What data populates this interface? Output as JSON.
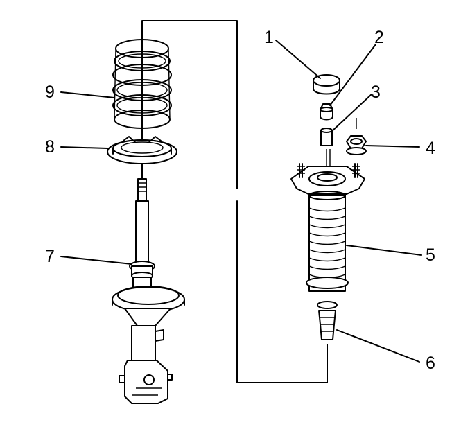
{
  "diagram": {
    "callouts": [
      {
        "id": "callout-1",
        "text": "1"
      },
      {
        "id": "callout-2",
        "text": "2"
      },
      {
        "id": "callout-3",
        "text": "3"
      },
      {
        "id": "callout-4",
        "text": "4"
      },
      {
        "id": "callout-5",
        "text": "5"
      },
      {
        "id": "callout-6",
        "text": "6"
      },
      {
        "id": "callout-7",
        "text": "7"
      },
      {
        "id": "callout-8",
        "text": "8"
      },
      {
        "id": "callout-9",
        "text": "9"
      }
    ],
    "parts": [
      "coil-spring",
      "spring-seat",
      "strut-assembly",
      "strut-rod",
      "spring-insulator",
      "dust-cap",
      "upper-bushing",
      "spacer",
      "mount-nut",
      "strut-mount",
      "dust-boot",
      "bumper"
    ]
  }
}
